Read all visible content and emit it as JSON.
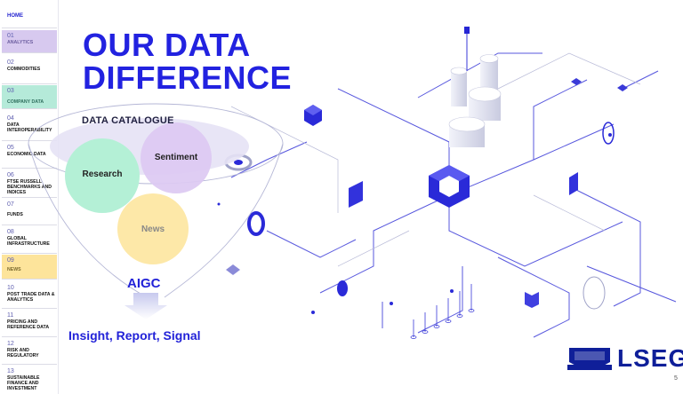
{
  "sidebar": {
    "home": "HOME",
    "items": [
      {
        "num": "01",
        "label": "ANALYTICS"
      },
      {
        "num": "02",
        "label": "COMMODITIES"
      },
      {
        "num": "03",
        "label": "COMPANY DATA"
      },
      {
        "num": "04",
        "label": "DATA INTEROPERABILITY"
      },
      {
        "num": "05",
        "label": "ECONOMIC DATA"
      },
      {
        "num": "06",
        "label": "FTSE RUSSELL BENCHMARKS AND INDICES"
      },
      {
        "num": "07",
        "label": "FUNDS"
      },
      {
        "num": "08",
        "label": "GLOBAL INFRASTRUCTURE"
      },
      {
        "num": "09",
        "label": "NEWS"
      },
      {
        "num": "10",
        "label": "POST TRADE DATA & ANALYTICS"
      },
      {
        "num": "11",
        "label": "PRICING AND REFERENCE DATA"
      },
      {
        "num": "12",
        "label": "RISK AND REGULATORY"
      },
      {
        "num": "13",
        "label": "SUSTAINABLE FINANCE AND INVESTMENT"
      }
    ]
  },
  "title": {
    "line1": "OUR DATA",
    "line2": "DIFFERENCE"
  },
  "catalogue": {
    "title": "DATA CATALOGUE",
    "research": "Research",
    "sentiment": "Sentiment",
    "news": "News",
    "aigc": "AIGC",
    "output": "Insight, Report, Signal"
  },
  "logo": {
    "text": "LSEG"
  },
  "page": {
    "number": "5"
  },
  "colors": {
    "brand_blue": "#2222e0",
    "highlight_purple": "#d7c9ef",
    "highlight_green": "#b5ead9",
    "highlight_yellow": "#fde49b",
    "research_bubble": "#b4f0d6",
    "sentiment_bubble": "#dcc9f2",
    "news_bubble": "#fde8a8"
  }
}
